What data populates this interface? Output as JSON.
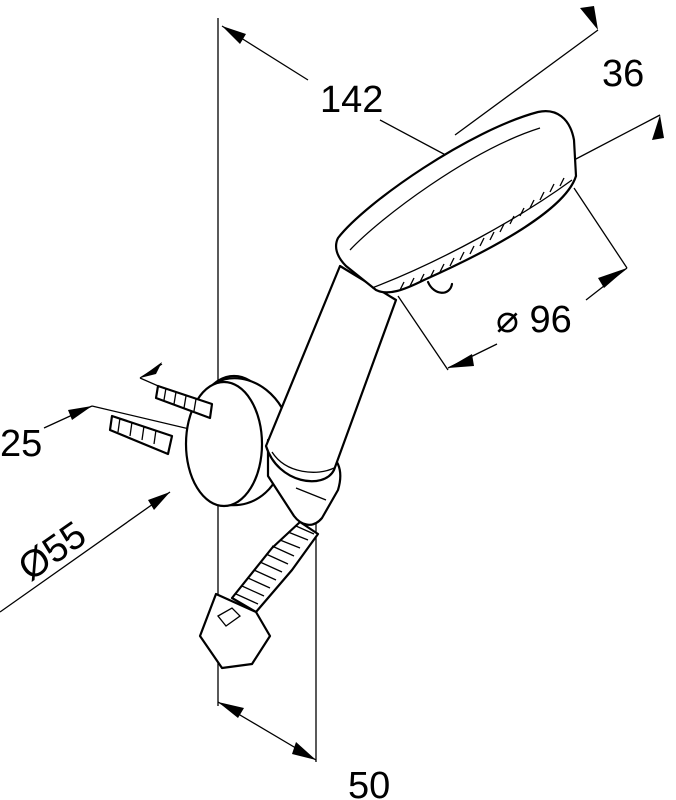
{
  "dimensions": {
    "length": "142",
    "head_thickness": "36",
    "head_diameter": "96",
    "plug_length": "25",
    "bracket_diameter": "Ø55",
    "wall_offset": "50"
  },
  "colors": {
    "line": "#000000",
    "background": "#ffffff"
  }
}
